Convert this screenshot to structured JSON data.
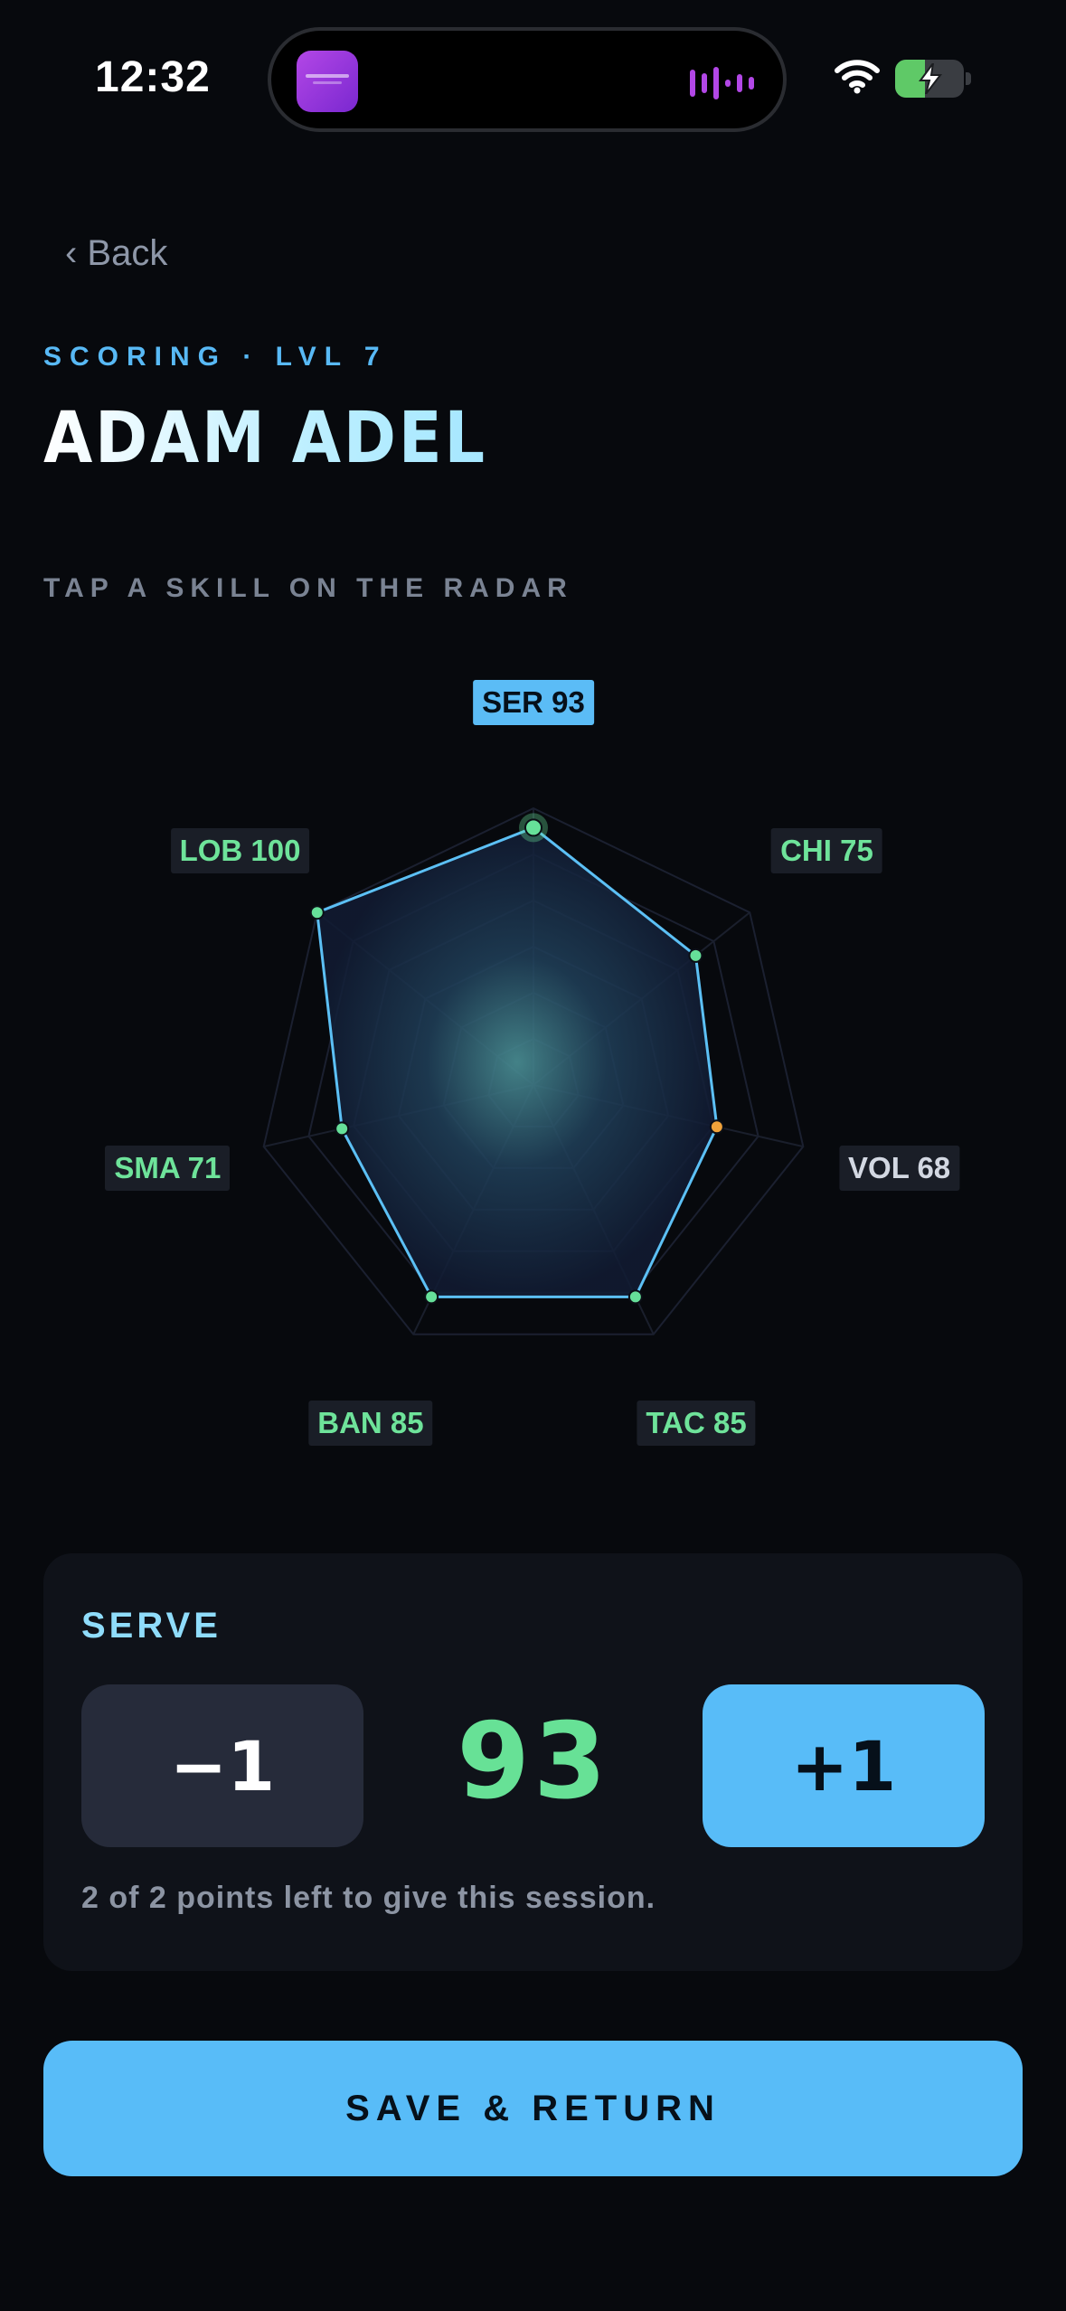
{
  "status_bar": {
    "time": "12:32",
    "now_playing_art": "music-album-art",
    "activity": "audio-waveform-icon",
    "wifi": "wifi-icon",
    "battery": "battery-charging-icon",
    "battery_level": 0.44
  },
  "nav": {
    "back_label": "‹ Back"
  },
  "header": {
    "subtitle": "SCORING · LVL 7",
    "player_name": "ADAM ADEL",
    "hint": "TAP A SKILL ON THE RADAR"
  },
  "radar": {
    "max": 100,
    "rings": 6,
    "selected": "SER",
    "skills": [
      {
        "label": "SER 93",
        "code": "SER",
        "value": 93,
        "state": "active"
      },
      {
        "label": "CHI 75",
        "code": "CHI",
        "value": 75,
        "state": "gain"
      },
      {
        "label": "VOL 68",
        "code": "VOL",
        "value": 68,
        "state": "neutral"
      },
      {
        "label": "TAC 85",
        "code": "TAC",
        "value": 85,
        "state": "gain"
      },
      {
        "label": "BAN 85",
        "code": "BAN",
        "value": 85,
        "state": "gain"
      },
      {
        "label": "SMA 71",
        "code": "SMA",
        "value": 71,
        "state": "gain"
      },
      {
        "label": "LOB 100",
        "code": "LOB",
        "value": 100,
        "state": "gain"
      }
    ],
    "colors": {
      "outline": "#5cc0f5",
      "point": "#66e099",
      "warn_point": "#f0a23a"
    }
  },
  "editor": {
    "skill_name": "SERVE",
    "minus_label": "−1",
    "plus_label": "+1",
    "value": "93",
    "note": "2 of 2 points left to give this session."
  },
  "actions": {
    "save_label": "SAVE & RETURN"
  },
  "colors": {
    "accent": "#58bcf8",
    "positive": "#67e196",
    "background": "#07090d"
  }
}
